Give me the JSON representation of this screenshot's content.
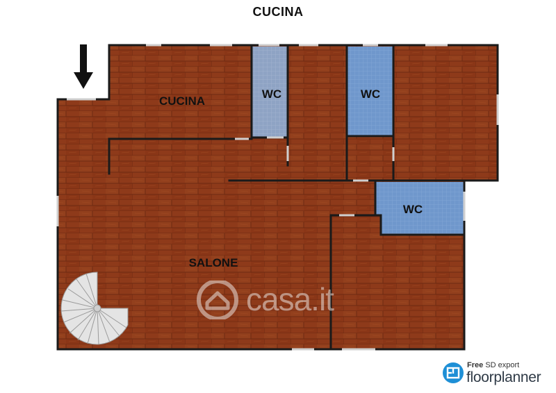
{
  "title": "CUCINA",
  "rooms": {
    "cucina": "CUCINA",
    "wc_1": "WC",
    "wc_2": "WC",
    "wc_3": "WC",
    "salone": "SALONE"
  },
  "watermark": {
    "text": "casa.it",
    "icon": "house-icon"
  },
  "brand": {
    "prefix": "Free",
    "product": "SD export",
    "name": "floorplanner",
    "icon": "floorplanner-logo-icon"
  },
  "icons": {
    "entrance": "entrance-arrow-icon",
    "stairs": "spiral-staircase-icon"
  },
  "colors": {
    "wood_floor": "#8e3a1a",
    "wood_floor_dark": "#6e2a12",
    "tile_floor_grey": "#8ea3c4",
    "tile_floor_blue": "#6f97cc",
    "wall": "#1a1a1a",
    "brand_blue": "#1e8fd6"
  }
}
